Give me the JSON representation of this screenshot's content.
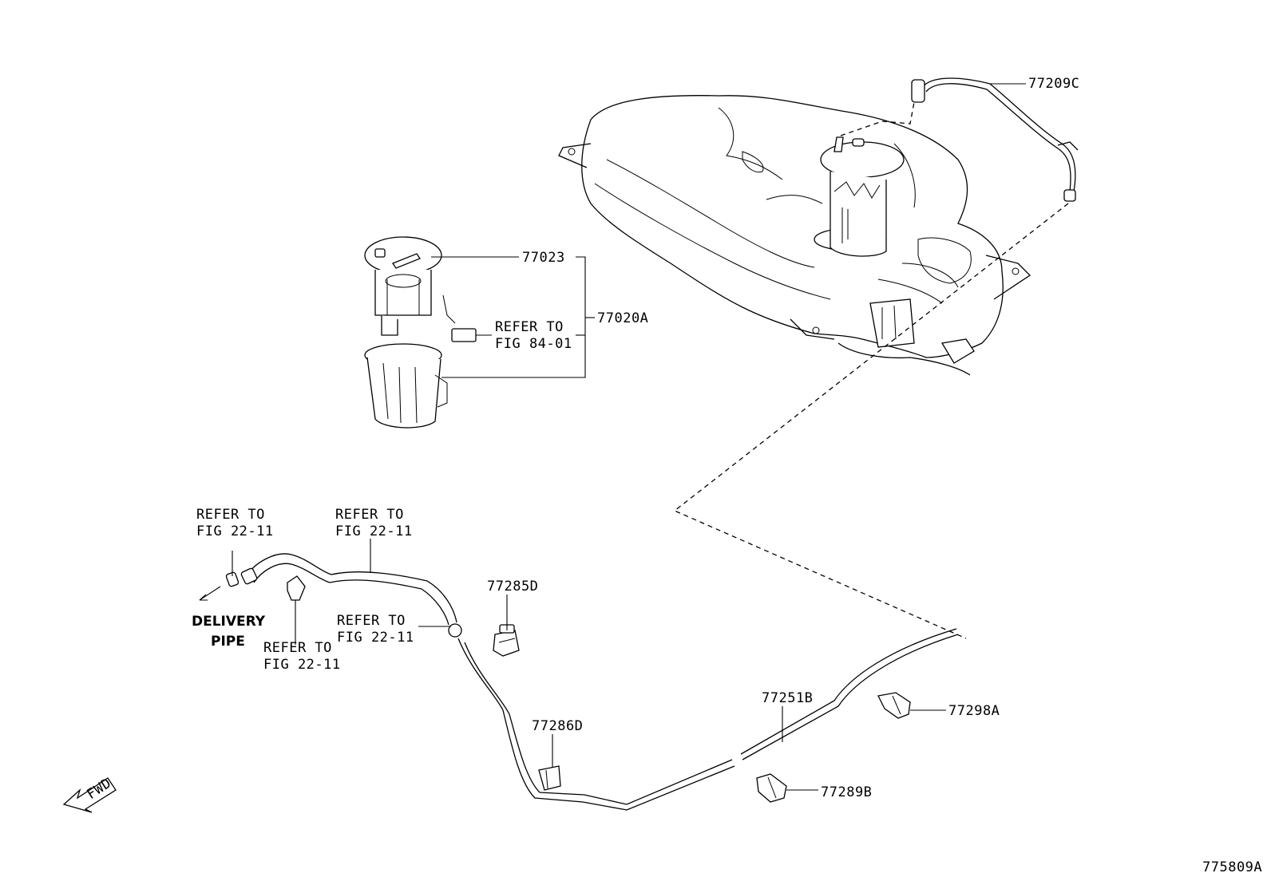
{
  "figure_id": "775809A",
  "parts": {
    "p77209C": "77209C",
    "p77023": "77023",
    "p77020A": "77020A",
    "p77285D": "77285D",
    "p77286D": "77286D",
    "p77251B": "77251B",
    "p77298A": "77298A",
    "p77289B": "77289B"
  },
  "refs": {
    "refer_to": "REFER TO",
    "fig_84_01": "FIG 84-01",
    "fig_22_11": "FIG 22-11"
  },
  "delivery_pipe": {
    "line1": "DELIVERY",
    "line2": "PIPE"
  },
  "fwd": "FWD"
}
